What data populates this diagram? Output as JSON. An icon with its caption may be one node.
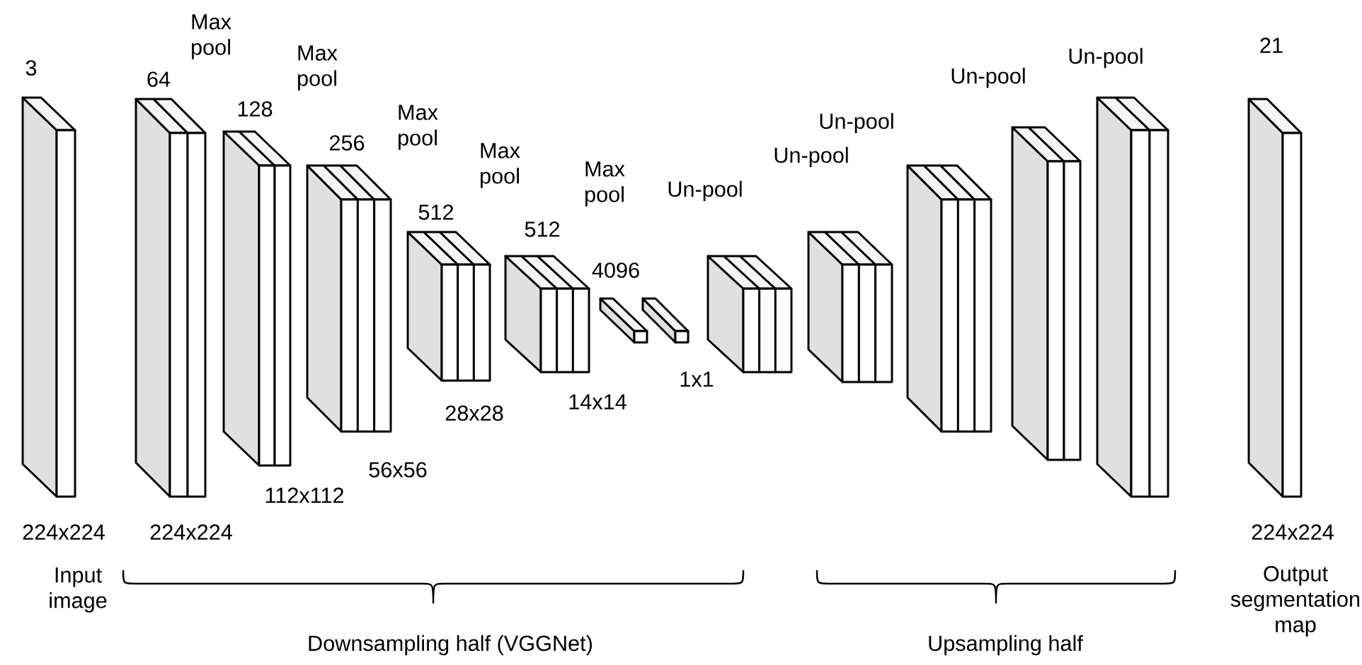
{
  "diagram": {
    "nodes": [
      {
        "text": [],
        "shape": "box",
        "beside": [
          "3",
          "224x224"
        ]
      },
      {
        "text": [],
        "shape": "box",
        "beside": [
          "64",
          "224x224"
        ]
      },
      {
        "text": [],
        "shape": "box",
        "beside": [
          "128",
          "112x112"
        ]
      },
      {
        "text": [],
        "shape": "box",
        "beside": [
          "256",
          "56x56"
        ]
      },
      {
        "text": [],
        "shape": "box",
        "beside": [
          "512",
          "28x28"
        ]
      },
      {
        "text": [],
        "shape": "box",
        "beside": [
          "512",
          "14x14"
        ]
      },
      {
        "text": [],
        "shape": "box"
      },
      {
        "text": [],
        "shape": "box"
      },
      {
        "text": [],
        "shape": "box"
      },
      {
        "text": [],
        "shape": "box"
      },
      {
        "text": [],
        "shape": "box"
      },
      {
        "text": [],
        "shape": "box"
      },
      {
        "text": [],
        "shape": "box"
      },
      {
        "text": [],
        "shape": "box",
        "beside": [
          "21",
          "224x224"
        ]
      }
    ],
    "labels": [
      "Max pool",
      "Max pool",
      "Max pool",
      "Max pool",
      "Max pool",
      "Un-pool",
      "Un-pool",
      "Un-pool",
      "Un-pool",
      "Un-pool",
      "Input image",
      "Output segmentation map",
      "Downsampling half (VGGNet)",
      "Upsampling half",
      "4096",
      "1x1"
    ]
  }
}
